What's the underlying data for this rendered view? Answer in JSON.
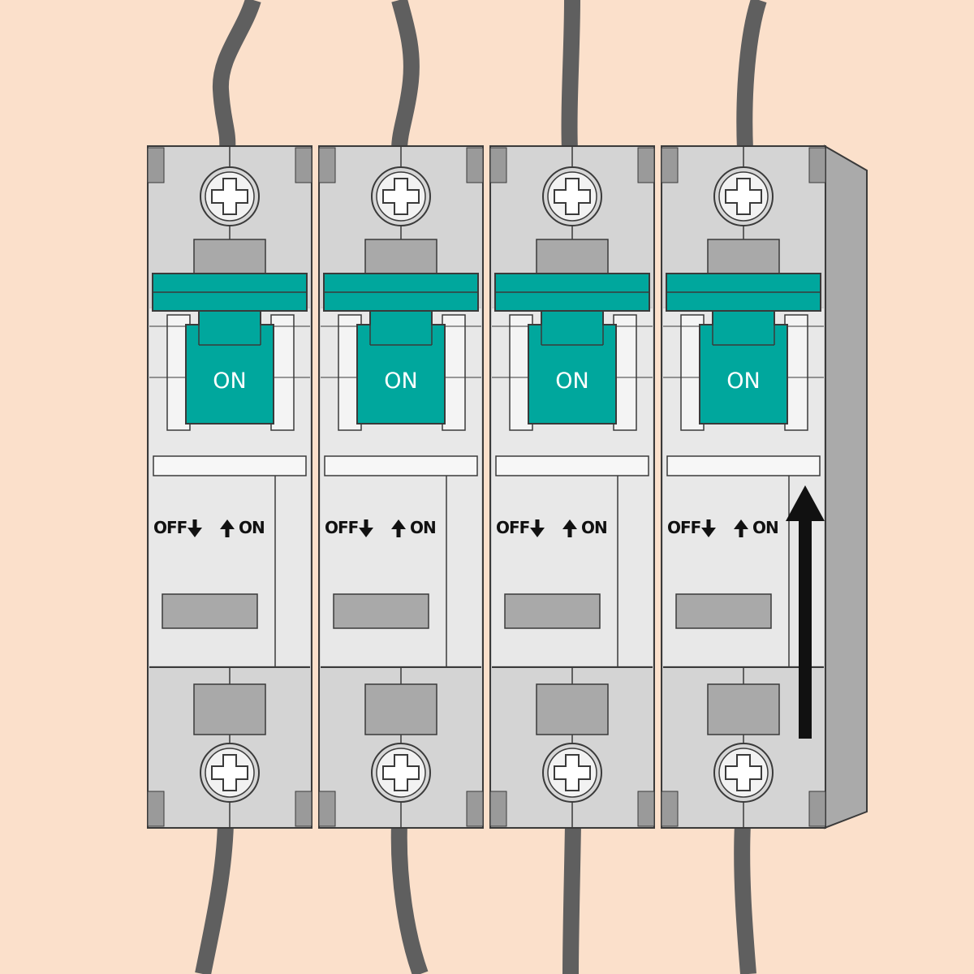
{
  "scene": {
    "description_free": true
  },
  "colors": {
    "background": "#fbe0cb",
    "cable": "#5f5f5f",
    "body": "#cfcfcf",
    "body_light": "#e8e8e8",
    "toggle": "#00a79d",
    "outline": "#3a3a3a",
    "side_panel": "#aaaaaa",
    "arrow": "#111111"
  },
  "breakers": [
    {
      "toggle_label": "ON",
      "off_label": "OFF",
      "on_label": "ON"
    },
    {
      "toggle_label": "ON",
      "off_label": "OFF",
      "on_label": "ON"
    },
    {
      "toggle_label": "ON",
      "off_label": "OFF",
      "on_label": "ON"
    },
    {
      "toggle_label": "ON",
      "off_label": "OFF",
      "on_label": "ON"
    }
  ],
  "icons": {
    "terminal_screw": "screw-icon",
    "off_arrow": "arrow-down-icon",
    "on_arrow": "arrow-up-icon",
    "push_direction": "arrow-up-icon"
  }
}
